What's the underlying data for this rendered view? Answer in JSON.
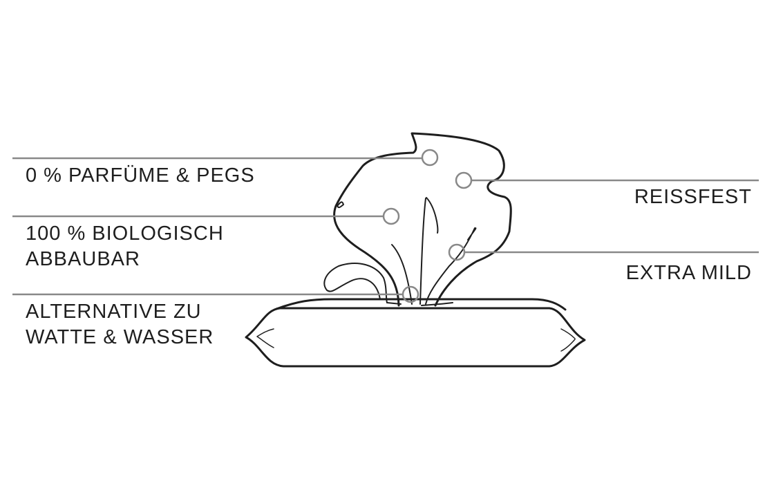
{
  "features_left": [
    {
      "lines": [
        "0 % PARFÜME & PEGS"
      ]
    },
    {
      "lines": [
        "100 % BIOLOGISCH",
        "ABBAUBAR"
      ]
    },
    {
      "lines": [
        "ALTERNATIVE ZU",
        "WATTE & WASSER"
      ]
    }
  ],
  "features_right": [
    {
      "lines": [
        "REISSFEST"
      ]
    },
    {
      "lines": [
        "EXTRA MILD"
      ]
    }
  ],
  "colors": {
    "outline": "#1e1e1e",
    "callout": "#888888",
    "text": "#1e1e1e"
  }
}
